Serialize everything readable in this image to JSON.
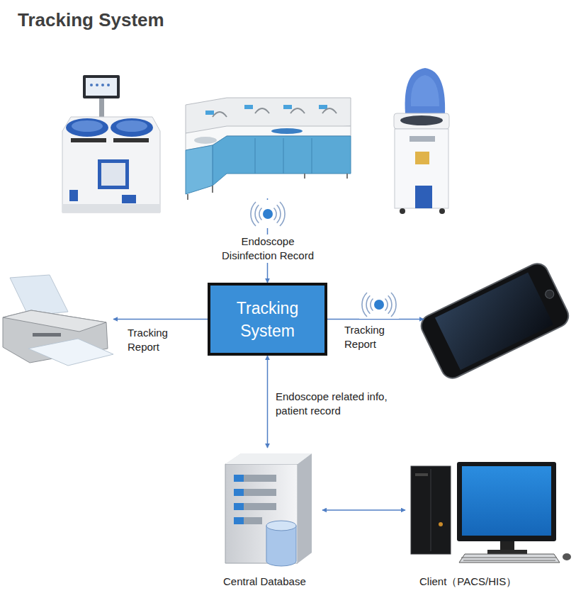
{
  "diagram": {
    "title": "Tracking System",
    "nodes": [
      {
        "text": []
      },
      {
        "text": []
      },
      {
        "text": [
          "Tracking System"
        ]
      },
      {
        "text": []
      },
      {
        "text": [
          "Central Database"
        ]
      },
      {
        "text": [
          "Client（PACS/HIS）"
        ]
      }
    ],
    "edges": [
      {
        "from": 0,
        "to": 2,
        "arrow": "to",
        "label": "Endoscope Disinfection Record"
      },
      {
        "from": 2,
        "to": 1,
        "arrow": "to",
        "label": "Tracking Report"
      },
      {
        "from": 2,
        "to": 3,
        "arrow": "to",
        "label": "Tracking Report"
      },
      {
        "from": 2,
        "to": 4,
        "arrow": "both",
        "label": "Endoscope related info, patient record"
      },
      {
        "from": 4,
        "to": 5,
        "arrow": "both"
      }
    ]
  }
}
